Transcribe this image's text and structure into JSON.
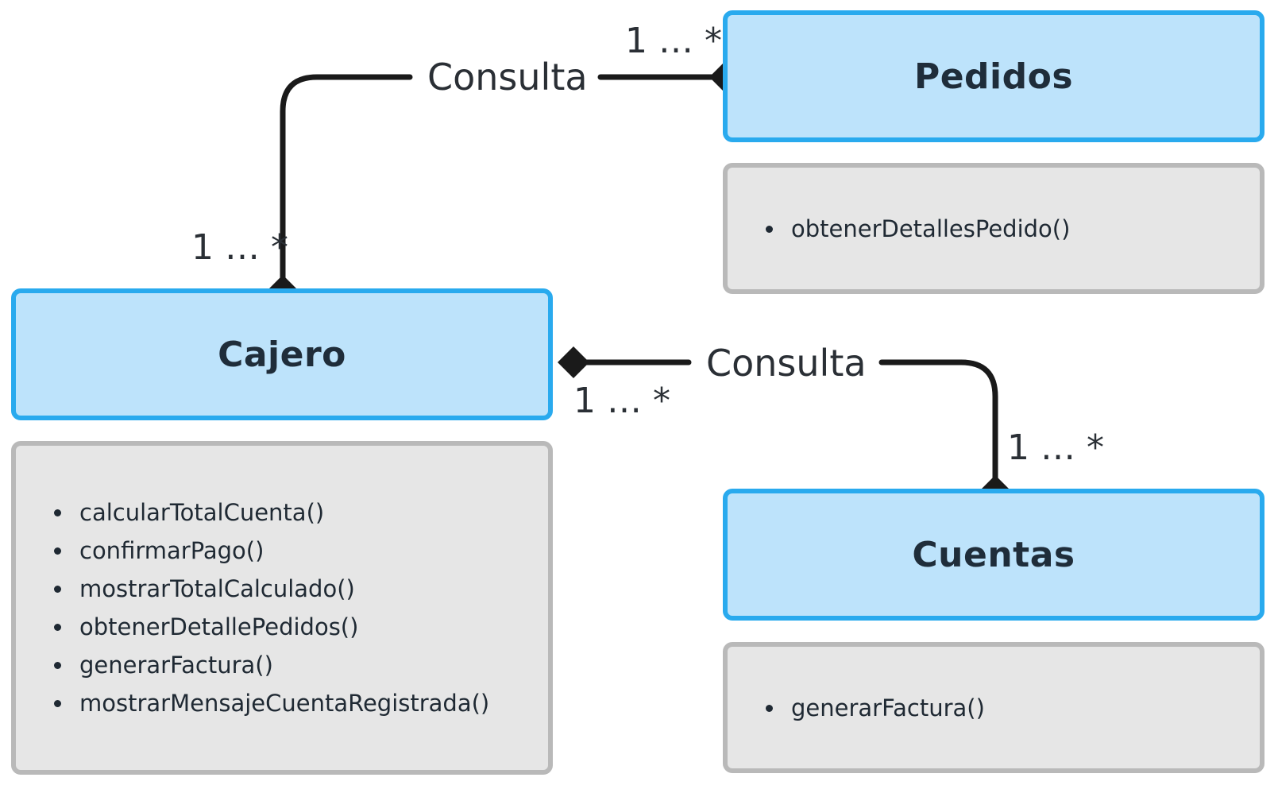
{
  "classes": {
    "pedidos": {
      "name": "Pedidos",
      "methods": [
        "obtenerDetallesPedido()"
      ]
    },
    "cajero": {
      "name": "Cajero",
      "methods": [
        "calcularTotalCuenta()",
        "confirmarPago()",
        "mostrarTotalCalculado()",
        "obtenerDetallePedidos()",
        "generarFactura()",
        "mostrarMensajeCuentaRegistrada()"
      ]
    },
    "cuentas": {
      "name": "Cuentas",
      "methods": [
        "generarFactura()"
      ]
    }
  },
  "relations": [
    {
      "label": "Consulta",
      "from": "Cajero",
      "to": "Pedidos",
      "from_multiplicity": "1 … *",
      "to_multiplicity": "1 … *"
    },
    {
      "label": "Consulta",
      "from": "Cajero",
      "to": "Cuentas",
      "from_multiplicity": "1 … *",
      "to_multiplicity": "1 … *"
    }
  ],
  "colors": {
    "class_header_fill": "#bde3fb",
    "class_header_border": "#29aaee",
    "method_box_fill": "#e6e6e6",
    "method_box_border": "#b9b9b9",
    "connector": "#1a1a1a",
    "text": "#1f2933"
  }
}
